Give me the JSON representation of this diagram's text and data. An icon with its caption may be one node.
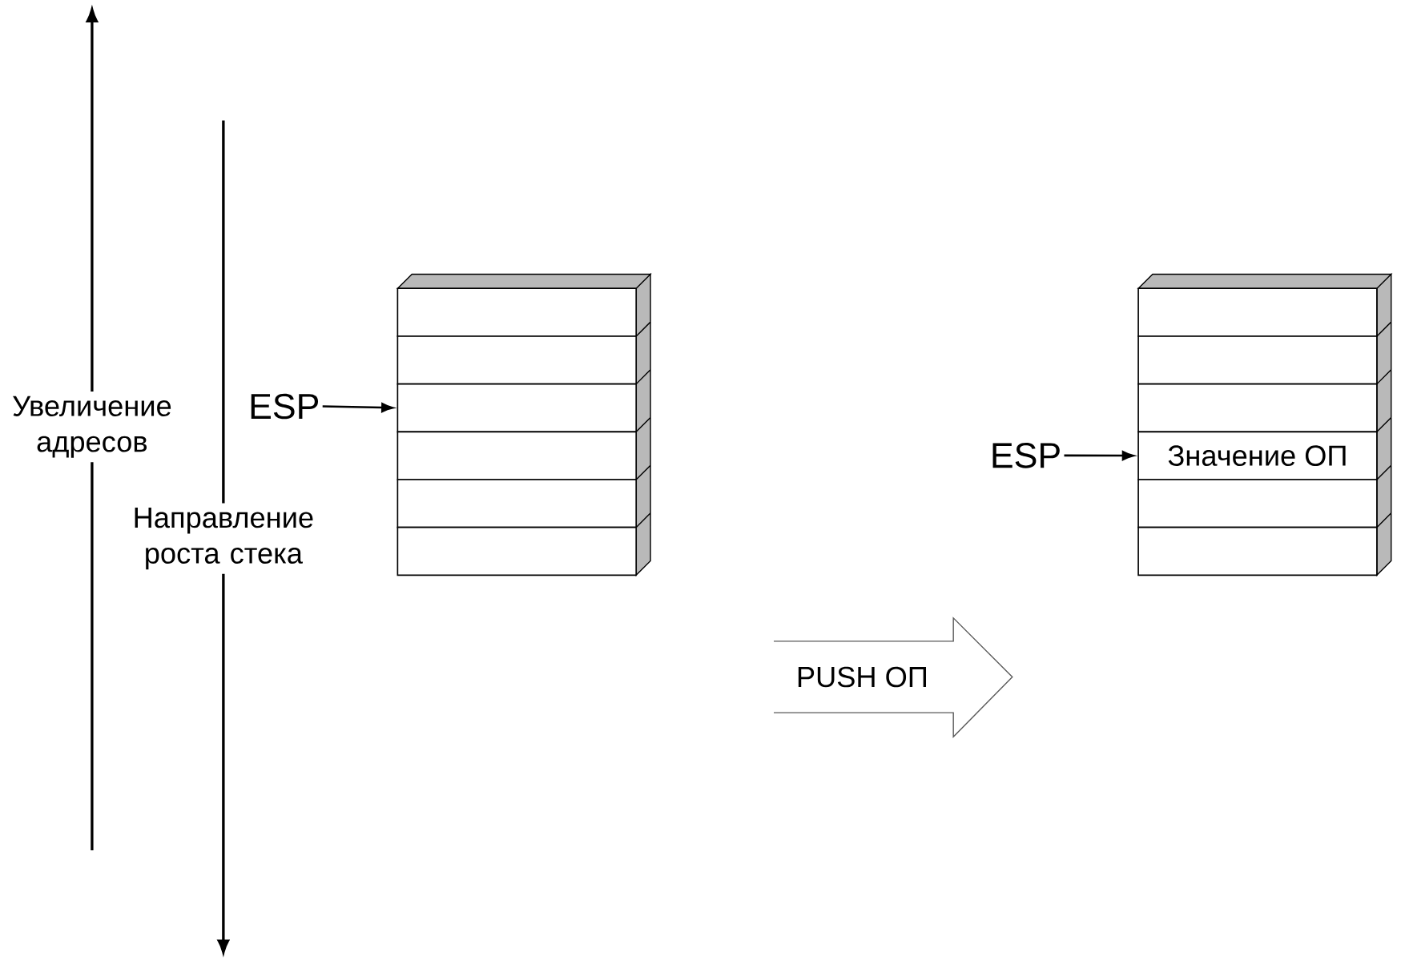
{
  "diagram": {
    "nodes": [
      {
        "text": [
          "ESP"
        ]
      },
      {
        "text": [],
        "shape": "box"
      },
      {
        "text": [],
        "shape": "box"
      },
      {
        "text": [],
        "shape": "box"
      },
      {
        "text": [],
        "shape": "box"
      },
      {
        "text": [],
        "shape": "box"
      },
      {
        "text": [],
        "shape": "box"
      },
      {
        "text": [
          "PUSH ОП"
        ]
      },
      {
        "text": [
          "ESP"
        ]
      },
      {
        "text": [],
        "shape": "box"
      },
      {
        "text": [],
        "shape": "box"
      },
      {
        "text": [],
        "shape": "box"
      },
      {
        "text": [
          "Значение ОП"
        ]
      },
      {
        "text": [],
        "shape": "box"
      },
      {
        "text": [],
        "shape": "box"
      }
    ],
    "edges": [
      {
        "from": 0,
        "to": 3,
        "arrow": "to"
      },
      {
        "from": 8,
        "to": 12,
        "arrow": "to"
      }
    ],
    "labels": [
      "Увеличение адресов",
      "Направление роста стека"
    ]
  }
}
